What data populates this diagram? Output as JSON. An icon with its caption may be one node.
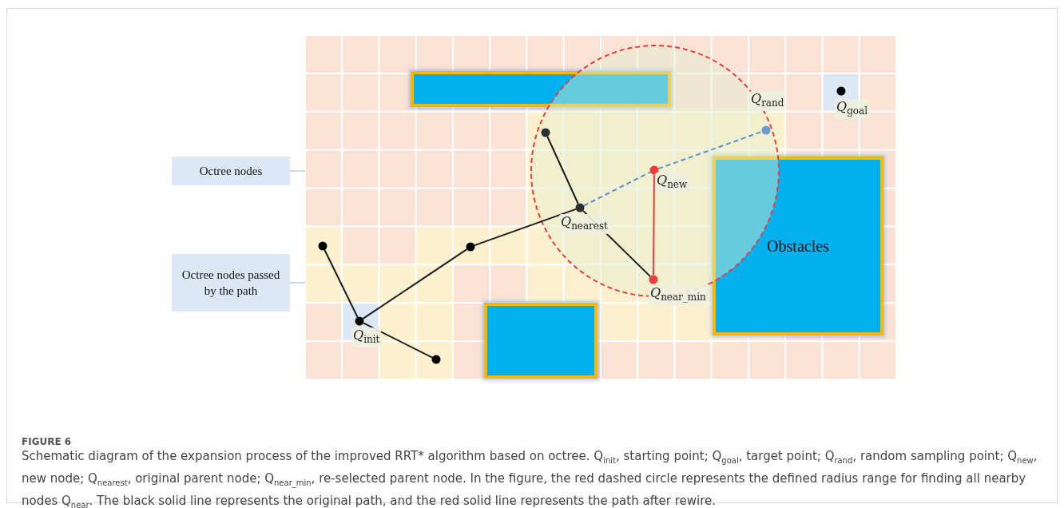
{
  "diagram": {
    "title": "FIGURE 6",
    "caption": "Schematic diagram of the expansion process of the improved RRT* algorithm based on octree. Q$_{init}$, starting point; Q$_{goal}$, target point; Q$_{rand}$, random sampling point; Q$_{new}$, new node; Q$_{nearest}$, original parent node; Q$_{near_min}$, re-selected parent node. In the figure, the red dashed circle represents the defined radius range for finding all nearby nodes Q$_{near}$. The black solid line represents the original path, and the red solid line represents the path after rewire.",
    "nodes": [
      {
        "text": [
          "Octree nodes"
        ]
      },
      {
        "text": [
          "Octree nodes passed by the path"
        ]
      },
      {
        "text": [],
        "shape": "box"
      },
      {
        "text": [
          "Obstacles"
        ]
      },
      {
        "text": [],
        "shape": "box"
      },
      {
        "text": [],
        "shape": "circle",
        "beside": [
          "*Q*$_{goal}$"
        ]
      },
      {
        "text": [],
        "shape": "circle",
        "beside": [
          "*Q*$_{rand}$"
        ]
      },
      {
        "text": [],
        "shape": "circle"
      },
      {
        "text": [],
        "shape": "circle",
        "beside": [
          "*Q*$_{new}$"
        ]
      },
      {
        "text": [],
        "shape": "circle",
        "beside": [
          "*Q*$_{nearest}$"
        ]
      },
      {
        "text": [],
        "shape": "circle"
      },
      {
        "text": [],
        "shape": "circle"
      },
      {
        "text": [],
        "shape": "circle",
        "beside": [
          "*Q*$_{near_min}$"
        ]
      },
      {
        "text": [],
        "shape": "circle",
        "beside": [
          "*Q*$_{init}$"
        ]
      },
      {
        "text": [],
        "shape": "circle"
      }
    ],
    "edges": [
      {
        "from": 0,
        "to": null,
        "arrow": "none",
        "color": "#c5d9ee"
      },
      {
        "from": 1,
        "to": null,
        "arrow": "none",
        "color": "#c5d9ee"
      },
      {
        "from": 13,
        "to": 10,
        "arrow": "none"
      },
      {
        "from": 13,
        "to": 14,
        "arrow": "none"
      },
      {
        "from": 13,
        "to": 11,
        "arrow": "none"
      },
      {
        "from": 11,
        "to": 9,
        "arrow": "none"
      },
      {
        "from": 9,
        "to": 7,
        "arrow": "none"
      },
      {
        "from": 9,
        "to": 12,
        "arrow": "none"
      },
      {
        "from": 12,
        "to": 8,
        "arrow": "none",
        "color": "#ee3b3b"
      },
      {
        "from": 9,
        "to": 8,
        "arrow": "none",
        "style": "dashed",
        "color": "#5b8fd6"
      },
      {
        "from": 8,
        "to": 6,
        "arrow": "none",
        "style": "dashed",
        "color": "#5b8fd6"
      }
    ]
  }
}
